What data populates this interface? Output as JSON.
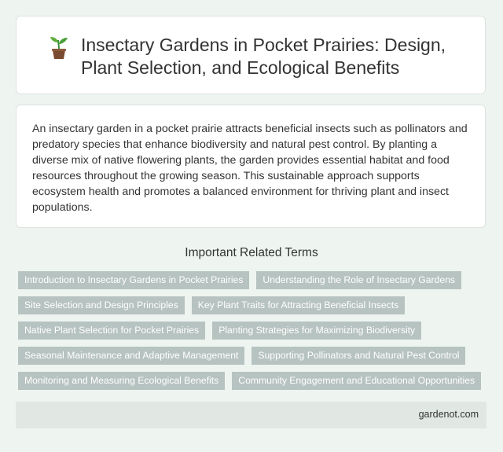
{
  "header": {
    "title": "Insectary Gardens in Pocket Prairies: Design, Plant Selection, and Ecological Benefits",
    "icon": "sprout-icon"
  },
  "summary": {
    "text": "An insectary garden in a pocket prairie attracts beneficial insects such as pollinators and predatory species that enhance biodiversity and natural pest control. By planting a diverse mix of native flowering plants, the garden provides essential habitat and food resources throughout the growing season. This sustainable approach supports ecosystem health and promotes a balanced environment for thriving plant and insect populations."
  },
  "related": {
    "heading": "Important Related Terms",
    "terms": [
      "Introduction to Insectary Gardens in Pocket Prairies",
      "Understanding the Role of Insectary Gardens",
      "Site Selection and Design Principles",
      "Key Plant Traits for Attracting Beneficial Insects",
      "Native Plant Selection for Pocket Prairies",
      "Planting Strategies for Maximizing Biodiversity",
      "Seasonal Maintenance and Adaptive Management",
      "Supporting Pollinators and Natural Pest Control",
      "Monitoring and Measuring Ecological Benefits",
      "Community Engagement and Educational Opportunities"
    ]
  },
  "footer": {
    "site": "gardenot.com"
  },
  "colors": {
    "background": "#eef5f1",
    "tag_background": "#b7c3c0",
    "footer_background": "#e1e8e4",
    "text": "#333333"
  }
}
